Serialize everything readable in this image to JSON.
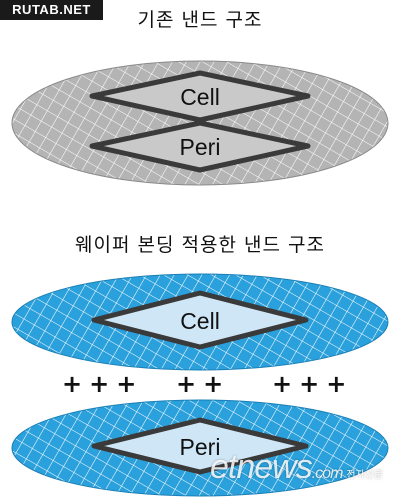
{
  "source_badge": "RUTAB.NET",
  "top_section": {
    "title": "기존 낸드 구조",
    "cell_label": "Cell",
    "peri_label": "Peri",
    "wafer_color": "#b4b4b4",
    "chip_color": "#c9c9c9"
  },
  "bottom_section": {
    "title": "웨이퍼 본딩 적용한 낸드 구조",
    "cell_label": "Cell",
    "peri_label": "Peri",
    "wafer_color": "#2aa0dc",
    "chip_color": "#cfe6f6",
    "bonding_marks": [
      "+++",
      "++",
      "+++"
    ]
  },
  "watermark": {
    "brand": "etnews",
    "suffix": ".com",
    "korean": "전자신문"
  }
}
